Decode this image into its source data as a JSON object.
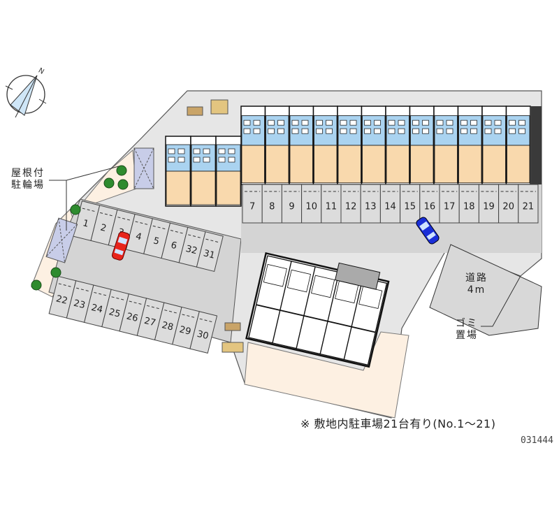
{
  "colors": {
    "lot": "#dcdcdc",
    "lot_edge": "#f0f0f0",
    "yard": "#fdf0e2",
    "room": "#f9d9ad",
    "bath": "#aad3f0",
    "bike_roof": "#c8cde8",
    "tree": "#2e8b2e",
    "car_red": "#e8241c",
    "car_blue": "#1a2fd8",
    "dark_wall": "#3a3a3a"
  },
  "compass": {
    "north_label": "N",
    "icon": "compass-icon"
  },
  "labels": {
    "bike_parking_line1": "屋根付",
    "bike_parking_line2": "駐輪場",
    "road_name": "道路",
    "road_width": "4m",
    "garbage_line1": "ゴミ",
    "garbage_line2": "置場"
  },
  "parking": {
    "row_top": [
      "7",
      "8",
      "9",
      "10",
      "11",
      "12",
      "13",
      "14",
      "15",
      "16",
      "17",
      "18",
      "19",
      "20",
      "21"
    ],
    "row_upper_left": [
      "1",
      "2",
      "3",
      "4",
      "5",
      "6",
      "32",
      "31"
    ],
    "row_lower_left": [
      "22",
      "23",
      "24",
      "25",
      "26",
      "27",
      "28",
      "29",
      "30"
    ]
  },
  "buildings": {
    "main_units": 12,
    "left_units": 3,
    "lower_units": 5
  },
  "note": "※ 敷地内駐車場21台有り(No.1～21)",
  "property_code": "031444"
}
